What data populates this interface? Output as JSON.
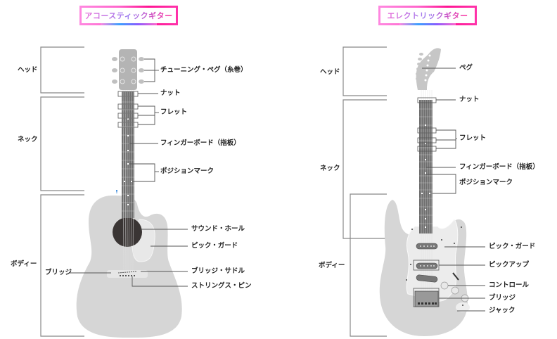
{
  "acoustic": {
    "title": "アコースティックギター",
    "sections": [
      "ヘッド",
      "ネック",
      "ボディー"
    ],
    "parts": {
      "pegs": "チューニング・ペグ（糸巻）",
      "nut": "ナット",
      "fret": "フレット",
      "fingerboard": "フィンガーボード（指板）",
      "position_mark": "ポジションマーク",
      "sound_hole": "サウンド・ホール",
      "pick_guard": "ピック・ガード",
      "bridge": "ブリッジ",
      "bridge_saddle": "ブリッジ・サドル",
      "string_pin": "ストリングス・ピン"
    }
  },
  "electric": {
    "title": "エレクトリックギター",
    "sections": [
      "ヘッド",
      "ネック",
      "ボディー"
    ],
    "parts": {
      "peg": "ペグ",
      "nut": "ナット",
      "fret": "フレット",
      "fingerboard": "フィンガーボード（指板）",
      "position_mark": "ポジションマーク",
      "pick_guard": "ピック・ガード",
      "pickup": "ピックアップ",
      "control": "コントロール",
      "bridge": "ブリッジ",
      "jack": "ジャック"
    }
  },
  "colors": {
    "body": "#d6d6d6",
    "fingerboard": "#6e6e6e",
    "sound_hole": "#3a3534",
    "line": "#555555",
    "accent_pink": "#ff1493"
  }
}
